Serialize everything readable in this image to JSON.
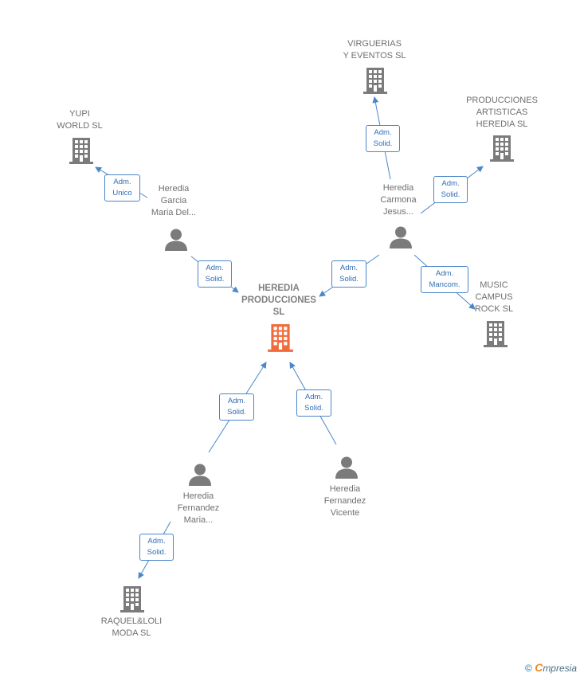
{
  "colors": {
    "edge": "#4a86c8",
    "building": "#7b7b7b",
    "center_building": "#f26b3a",
    "person": "#7b7b7b"
  },
  "nodes": {
    "center": {
      "label": "HEREDIA\nPRODUCCIONES\nSL",
      "icon": "building-icon"
    },
    "virguerias": {
      "label": "VIRGUERIAS\nY EVENTOS SL",
      "icon": "building-icon"
    },
    "yupi": {
      "label": "YUPI\nWORLD  SL",
      "icon": "building-icon"
    },
    "producciones_artisticas": {
      "label": "PRODUCCIONES\nARTISTICAS\nHEREDIA  SL",
      "icon": "building-icon"
    },
    "music_campus": {
      "label": "MUSIC\nCAMPUS\nROCK SL",
      "icon": "building-icon"
    },
    "raquel_loli": {
      "label": "RAQUEL&LOLI\nMODA  SL",
      "icon": "building-icon"
    },
    "heredia_garcia": {
      "label": "Heredia\nGarcia\nMaria Del...",
      "icon": "person-icon"
    },
    "heredia_carmona": {
      "label": "Heredia\nCarmona\nJesus...",
      "icon": "person-icon"
    },
    "heredia_fernandez_maria": {
      "label": "Heredia\nFernandez\nMaria...",
      "icon": "person-icon"
    },
    "heredia_fernandez_vicente": {
      "label": "Heredia\nFernandez\nVicente",
      "icon": "person-icon"
    }
  },
  "relations": [
    {
      "from": "heredia_carmona",
      "to": "virguerias",
      "label": "Adm.\nSolid."
    },
    {
      "from": "heredia_garcia",
      "to": "yupi",
      "label": "Adm.\nUnico"
    },
    {
      "from": "heredia_carmona",
      "to": "producciones_artisticas",
      "label": "Adm.\nSolid."
    },
    {
      "from": "heredia_garcia",
      "to": "center",
      "label": "Adm.\nSolid."
    },
    {
      "from": "heredia_carmona",
      "to": "center",
      "label": "Adm.\nSolid."
    },
    {
      "from": "heredia_carmona",
      "to": "music_campus",
      "label": "Adm.\nMancom."
    },
    {
      "from": "heredia_fernandez_maria",
      "to": "center",
      "label": "Adm.\nSolid."
    },
    {
      "from": "heredia_fernandez_vicente",
      "to": "center",
      "label": "Adm.\nSolid."
    },
    {
      "from": "heredia_fernandez_maria",
      "to": "raquel_loli",
      "label": "Adm.\nSolid."
    }
  ],
  "footer": {
    "copyright_symbol": "©",
    "brand_initial": "C",
    "brand_rest": "mpresia"
  }
}
